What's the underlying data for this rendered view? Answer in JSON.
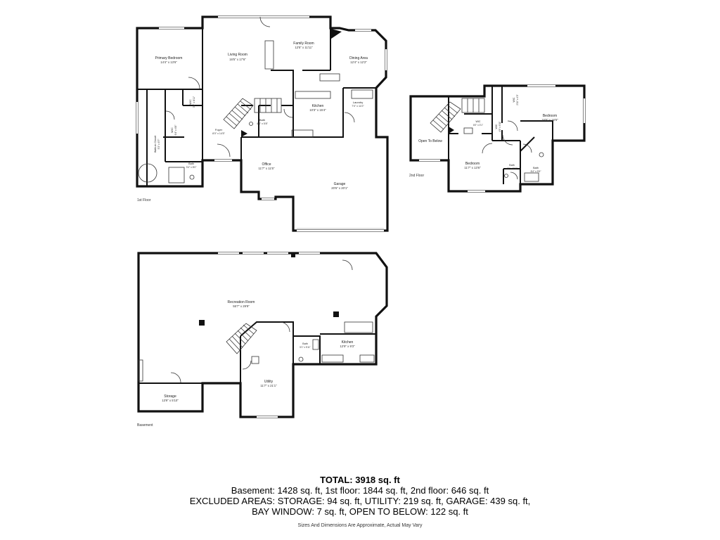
{
  "floors": {
    "first": {
      "label": "1st Floor",
      "rooms": [
        {
          "name": "Primary Bedroom",
          "dims": "14'4\" x 13'6\""
        },
        {
          "name": "Living Room",
          "dims": "16'5\" x 17'6\""
        },
        {
          "name": "Family Room",
          "dims": "12'5\" x 11'11\""
        },
        {
          "name": "Dining Area",
          "dims": "12'4\" x 12'2\""
        },
        {
          "name": "Kitchen",
          "dims": "10'3\" x 15'4\""
        },
        {
          "name": "Laundry",
          "dims": "7'0\" x 11'0\""
        },
        {
          "name": "Foyer",
          "dims": "8'0\" x 14'5\""
        },
        {
          "name": "Bath",
          "dims": "4'4\" x 5'8\""
        },
        {
          "name": "Office",
          "dims": "11'7\" x 11'5\""
        },
        {
          "name": "Garage",
          "dims": "20'6\" x 20'1\""
        },
        {
          "name": "Bath",
          "dims": "3'4\" x 8'0\""
        },
        {
          "name": "Walk-in Closet",
          "dims": "5'3\" x 8'7\""
        },
        {
          "name": "WIC",
          "dims": "6'4\" x 4'8\""
        },
        {
          "name": "WIC",
          "dims": "3'8\" x 8'11\""
        }
      ]
    },
    "second": {
      "label": "2nd Floor",
      "rooms": [
        {
          "name": "Open To Below",
          "dims": ""
        },
        {
          "name": "WIC",
          "dims": "6'0\" x 3'1\""
        },
        {
          "name": "Bedroom",
          "dims": "11'7\" x 13'6\""
        },
        {
          "name": "WIC",
          "dims": "4'6\" x 8'11\""
        },
        {
          "name": "Bedroom",
          "dims": "16'5\" x 16'5\""
        },
        {
          "name": "WIC",
          "dims": "2'11\" x 4'0\""
        },
        {
          "name": "Bath",
          "dims": "4'1\" x 6'10\""
        },
        {
          "name": "Bath",
          "dims": "8'4\" x 9'5\""
        }
      ]
    },
    "basement": {
      "label": "Basement",
      "rooms": [
        {
          "name": "Recreation Room",
          "dims": "55'7\" x 29'9\""
        },
        {
          "name": "Bath",
          "dims": "5'1\" x 5'11\""
        },
        {
          "name": "Kitchen",
          "dims": "12'9\" x 9'3\""
        },
        {
          "name": "Utility",
          "dims": "11'7\" x 21'1\""
        },
        {
          "name": "Storage",
          "dims": "13'9\" x 5'10\""
        }
      ]
    }
  },
  "summary": {
    "total": "TOTAL: 3918 sq. ft",
    "line1": "Basement: 1428 sq. ft, 1st floor: 1844 sq. ft, 2nd floor: 646 sq. ft",
    "line2": "EXCLUDED AREAS: STORAGE: 94 sq. ft, UTILITY: 219 sq. ft, GARAGE: 439 sq. ft,",
    "line3": "BAY WINDOW: 7 sq. ft, OPEN TO BELOW: 122 sq. ft"
  },
  "disclaimer": "Sizes And Dimensions Are Approximate, Actual May Vary"
}
